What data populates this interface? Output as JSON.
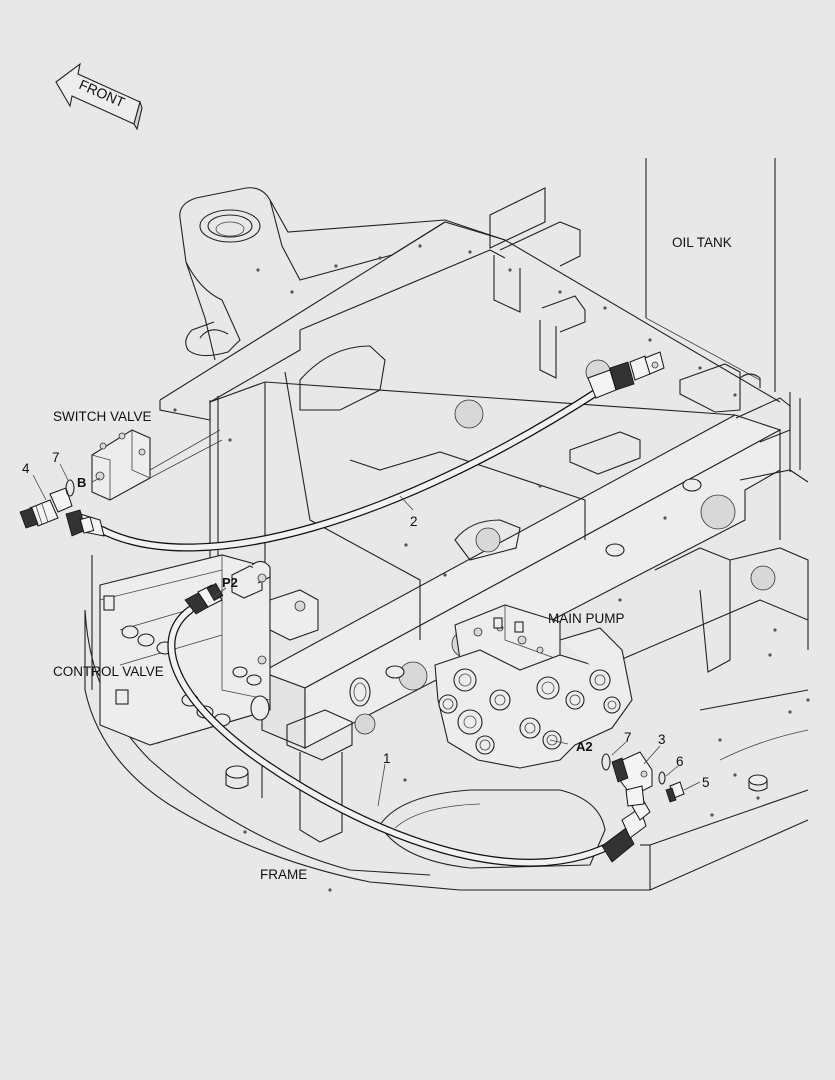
{
  "orientation": {
    "arrow_label": "FRONT"
  },
  "labels": {
    "oil_tank": "OIL TANK",
    "switch_valve": "SWITCH VALVE",
    "main_pump": "MAIN PUMP",
    "control_valve": "CONTROL VALVE",
    "frame": "FRAME"
  },
  "ports": {
    "b": "B",
    "p2": "P2",
    "a2": "A2"
  },
  "callouts": {
    "hose_1": "1",
    "hose_2": "2",
    "elbow_3": "3",
    "fitting_4": "4",
    "plug_5": "5",
    "oring_6": "6",
    "oring_7_switch": "7",
    "oring_7_pump": "7"
  }
}
